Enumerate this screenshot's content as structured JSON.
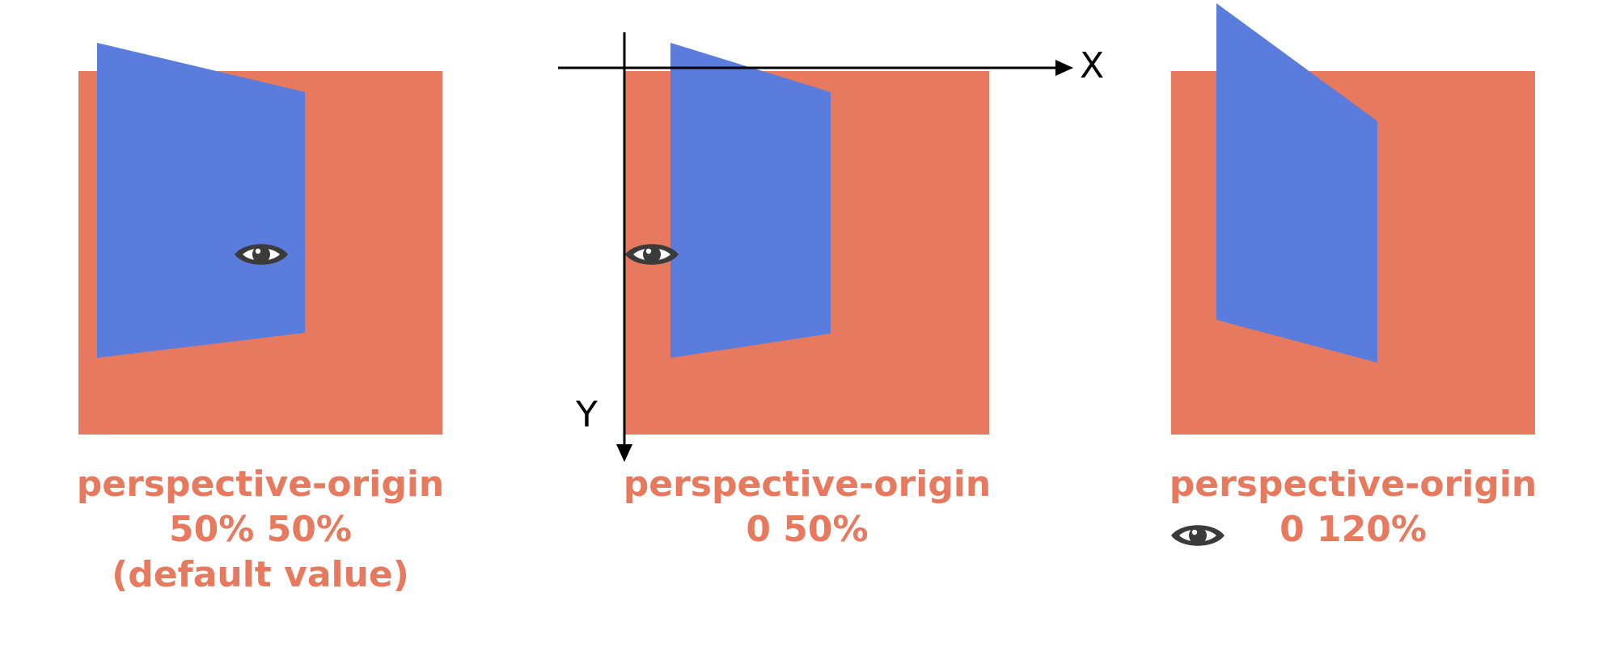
{
  "colors": {
    "square": "#E77A5E",
    "door": "#5A7CDC",
    "eye": "#3b3b3b",
    "caption": "#E77A5E",
    "axis": "#000000"
  },
  "panels": [
    {
      "caption_line1": "perspective-origin",
      "caption_line2": "50% 50%",
      "caption_line3": "(default value)",
      "eye_icon": "eye-icon"
    },
    {
      "caption_line1": "perspective-origin",
      "caption_line2": "0 50%",
      "eye_icon": "eye-icon"
    },
    {
      "caption_line1": "perspective-origin",
      "caption_line2": "0 120%",
      "eye_icon": "eye-icon"
    }
  ],
  "axes": {
    "x_label": "X",
    "y_label": "Y"
  }
}
